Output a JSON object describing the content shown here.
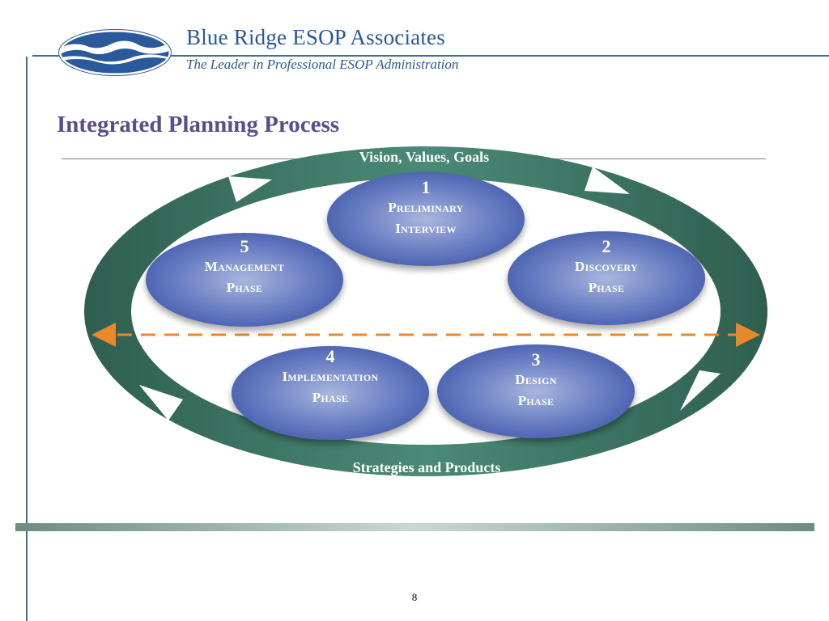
{
  "header": {
    "company_name": "Blue Ridge ESOP Associates",
    "tagline": "The Leader in Professional ESOP Administration"
  },
  "page": {
    "title": "Integrated Planning Process",
    "number": "8"
  },
  "diagram": {
    "ring_top_label": "Vision, Values, Goals",
    "ring_bottom_label": "Strategies and Products",
    "phases": [
      {
        "number": "1",
        "name_line1": "Preliminary",
        "name_line2": "Interview"
      },
      {
        "number": "2",
        "name_line1": "Discovery",
        "name_line2": "Phase"
      },
      {
        "number": "3",
        "name_line1": "Design",
        "name_line2": "Phase"
      },
      {
        "number": "4",
        "name_line1": "Implementation",
        "name_line2": "Phase"
      },
      {
        "number": "5",
        "name_line1": "Management",
        "name_line2": "Phase"
      }
    ]
  },
  "colors": {
    "brand_blue": "#28589a",
    "title_purple": "#5b4d8c",
    "ring_green": "#3e7a66",
    "phase_blue": "#3f5fae",
    "divider_orange": "#e8892a"
  }
}
